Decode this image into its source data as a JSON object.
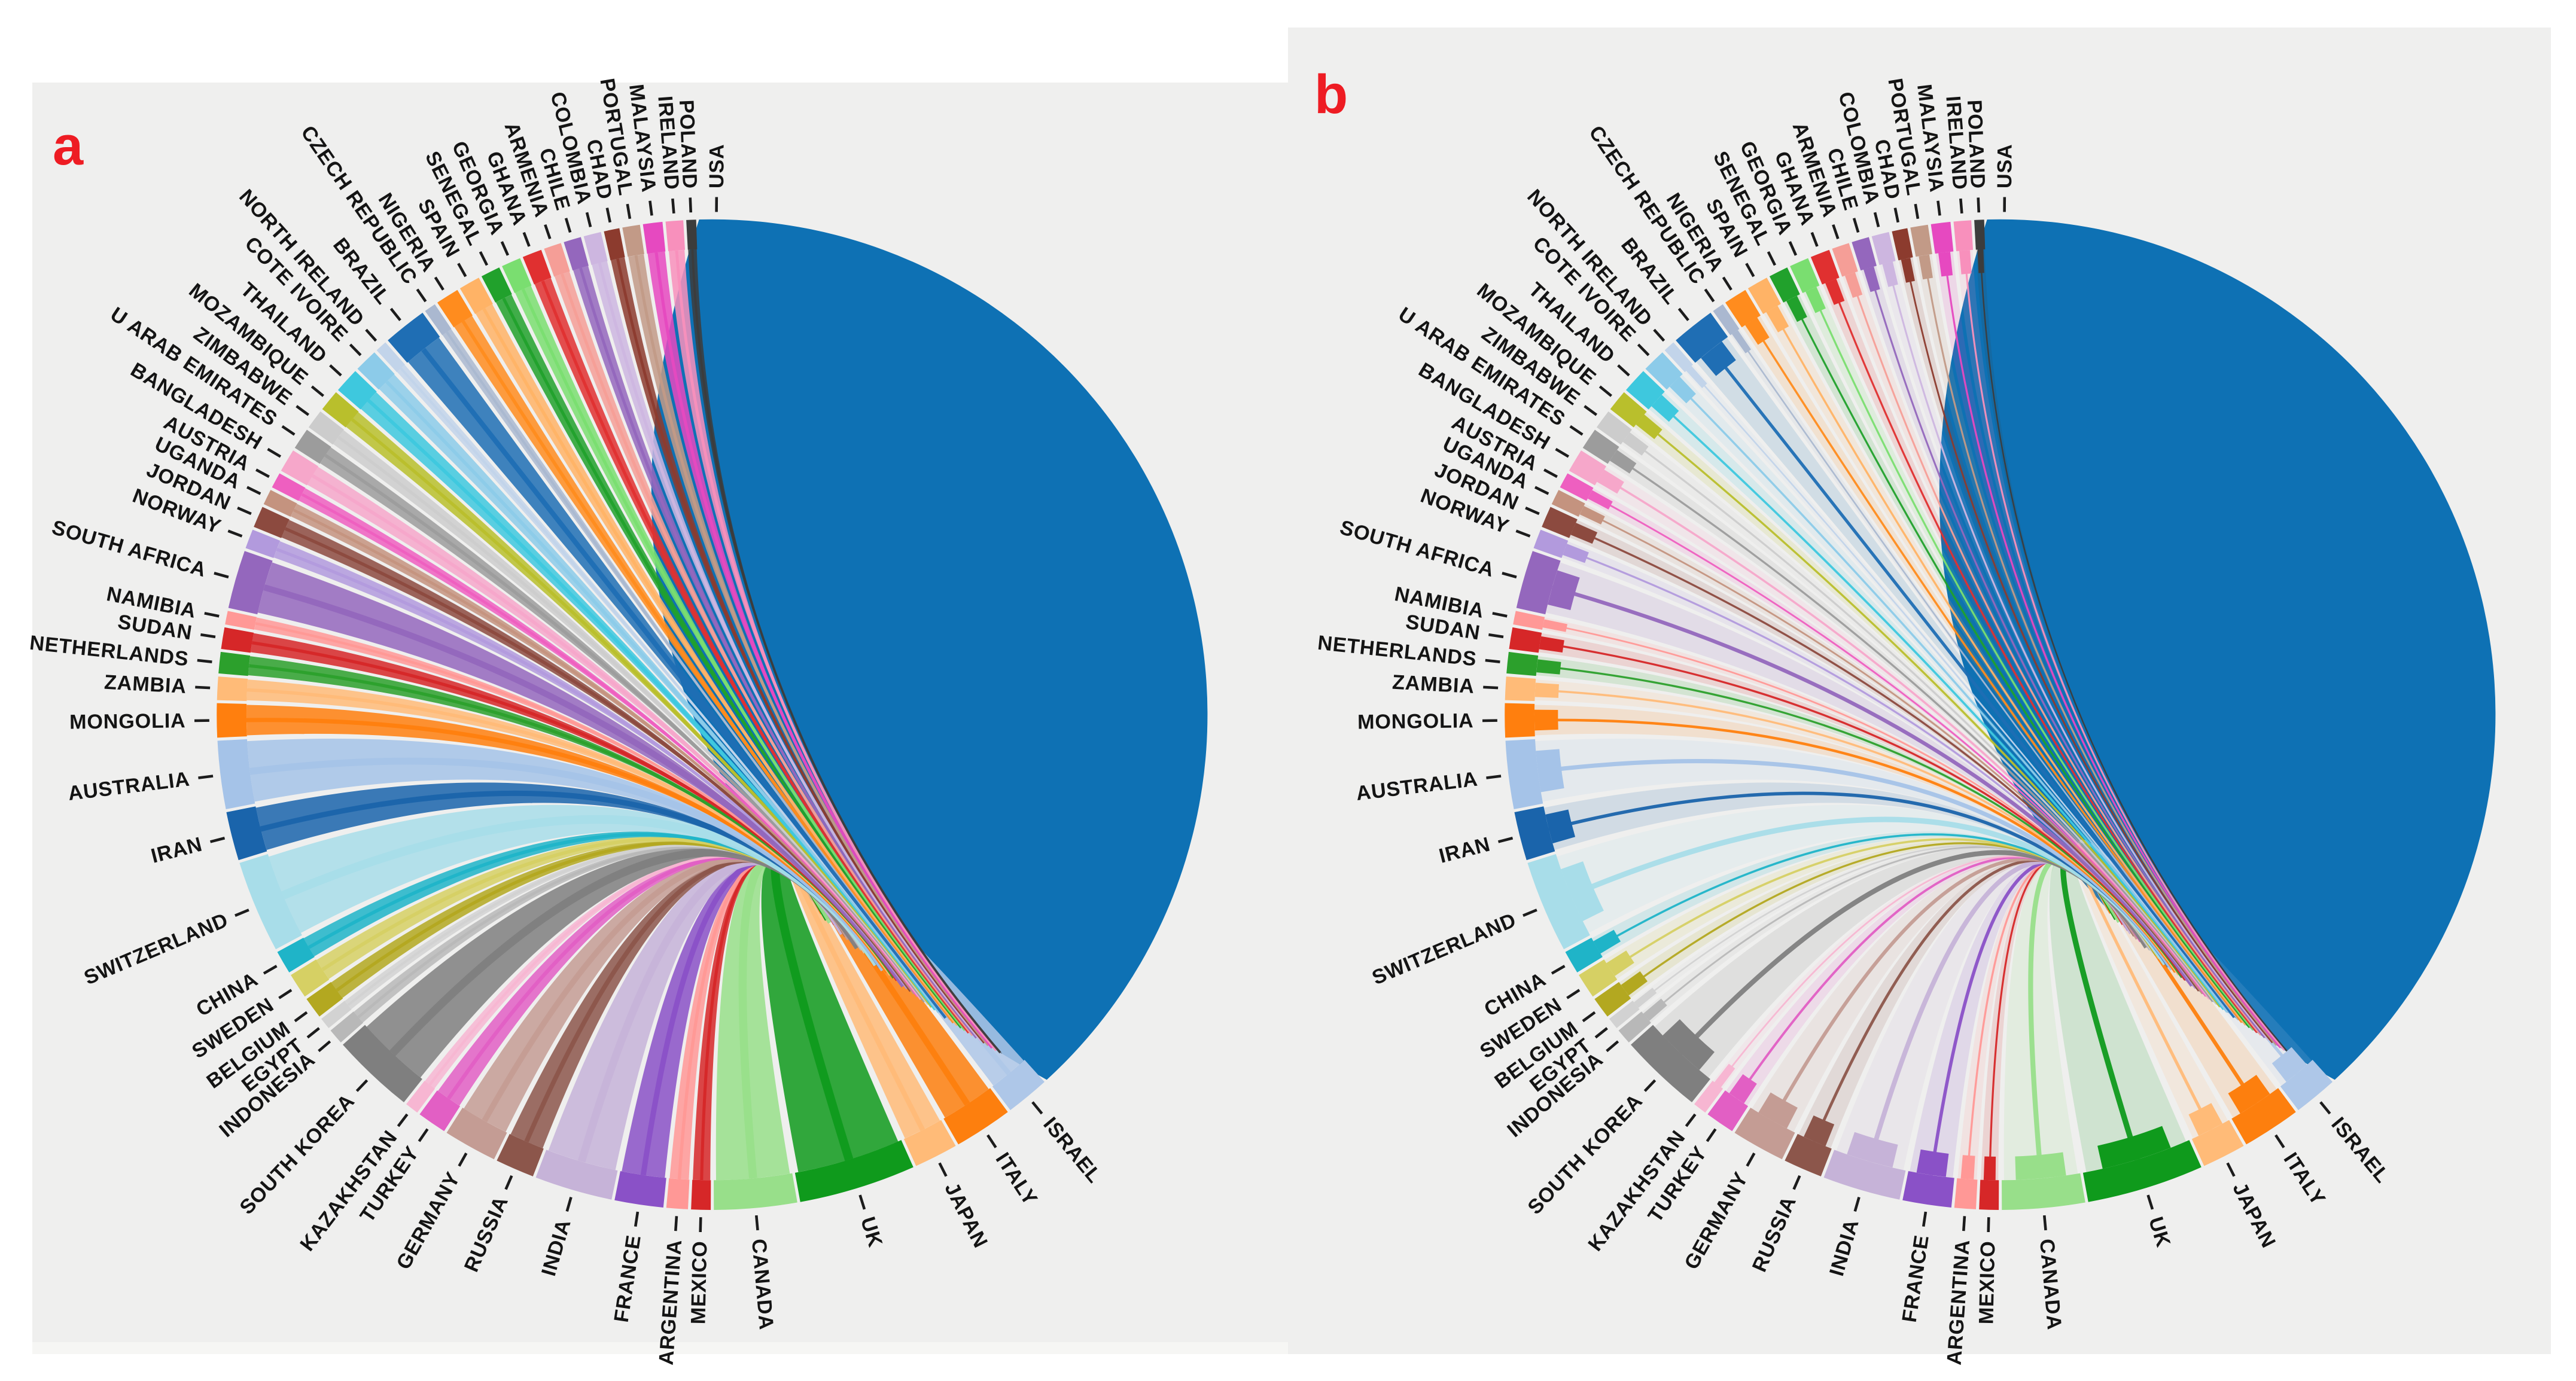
{
  "figure": {
    "panel_a_label": "a",
    "panel_b_label": "b",
    "panel_label_color": "#ee1c23",
    "background": "#efefee",
    "page_background": "#ffffff"
  },
  "chart_data": {
    "type": "chord",
    "title": "",
    "description": "Two circular chord diagrams (panels a and b) of USA-centered international collaboration; a dominant blue USA arc on the right side links to 54 partner countries arranged around the circle.",
    "legend_position": "none",
    "grid": false,
    "hub": {
      "name": "USA",
      "color": "#0e71b4",
      "span_deg": 139
    },
    "panels": [
      {
        "id": "a",
        "ribbon_style": "solid",
        "ribbon_fill_opacity": 0.85,
        "line_opacity": 0.95
      },
      {
        "id": "b",
        "ribbon_style": "translucent",
        "ribbon_fill_opacity": 0.14,
        "line_opacity": 0.95
      }
    ],
    "countries": [
      {
        "name": "ISRAEL",
        "color": "#aec7e8",
        "weight": 4.5
      },
      {
        "name": "ITALY",
        "color": "#fd7f0e",
        "weight": 6
      },
      {
        "name": "JAPAN",
        "color": "#ffbb78",
        "weight": 4.5
      },
      {
        "name": "UK",
        "color": "#0f9a1c",
        "weight": 12
      },
      {
        "name": "CANADA",
        "color": "#98df8a",
        "weight": 8.5
      },
      {
        "name": "MEXICO",
        "color": "#d62728",
        "weight": 2
      },
      {
        "name": "ARGENTINA",
        "color": "#ff9896",
        "weight": 2.2
      },
      {
        "name": "FRANCE",
        "color": "#8a51c7",
        "weight": 5
      },
      {
        "name": "INDIA",
        "color": "#c6b3d8",
        "weight": 8
      },
      {
        "name": "RUSSIA",
        "color": "#8c564b",
        "weight": 4
      },
      {
        "name": "GERMANY",
        "color": "#c49c94",
        "weight": 5.5
      },
      {
        "name": "TURKEY",
        "color": "#e25fc4",
        "weight": 3
      },
      {
        "name": "KAZAKHSTAN",
        "color": "#f7b6d2",
        "weight": 1.4
      },
      {
        "name": "SOUTH KOREA",
        "color": "#7f7f7f",
        "weight": 8.5
      },
      {
        "name": "INDONESIA",
        "color": "#b8b8b8",
        "weight": 1.6
      },
      {
        "name": "EGYPT",
        "color": "#d2d2d2",
        "weight": 1.2
      },
      {
        "name": "BELGIUM",
        "color": "#b3a820",
        "weight": 2.2
      },
      {
        "name": "SWEDEN",
        "color": "#d6d064",
        "weight": 2.6
      },
      {
        "name": "CHINA",
        "color": "#1fb4c8",
        "weight": 2.4
      },
      {
        "name": "SWITZERLAND",
        "color": "#a8dde9",
        "weight": 9.5
      },
      {
        "name": "IRAN",
        "color": "#1a64ab",
        "weight": 5
      },
      {
        "name": "AUSTRALIA",
        "color": "#a5c3e8",
        "weight": 7
      },
      {
        "name": "MONGOLIA",
        "color": "#ff7f0e",
        "weight": 3.5
      },
      {
        "name": "ZAMBIA",
        "color": "#ffbb78",
        "weight": 2.4
      },
      {
        "name": "NETHERLANDS",
        "color": "#2ca02c",
        "weight": 2.2
      },
      {
        "name": "SUDAN",
        "color": "#d62728",
        "weight": 2.2
      },
      {
        "name": "NAMIBIA",
        "color": "#ff9896",
        "weight": 1.4
      },
      {
        "name": "SOUTH AFRICA",
        "color": "#9467bd",
        "weight": 6
      },
      {
        "name": "NORWAY",
        "color": "#b29add",
        "weight": 2
      },
      {
        "name": "JORDAN",
        "color": "#8c4a3f",
        "weight": 2.2
      },
      {
        "name": "UGANDA",
        "color": "#c4937f",
        "weight": 1.6
      },
      {
        "name": "AUSTRIA",
        "color": "#ee5fc0",
        "weight": 1.6
      },
      {
        "name": "BANGLADESH",
        "color": "#f6a7ca",
        "weight": 2.4
      },
      {
        "name": "U ARAB EMIRATES",
        "color": "#9c9c9c",
        "weight": 2.2
      },
      {
        "name": "ZIMBABWE",
        "color": "#cccccc",
        "weight": 2
      },
      {
        "name": "MOZAMBIQUE",
        "color": "#b9bf2c",
        "weight": 2.2
      },
      {
        "name": "THAILAND",
        "color": "#3ec8de",
        "weight": 2.6
      },
      {
        "name": "COTE IVOIRE",
        "color": "#8ccbe9",
        "weight": 2.4
      },
      {
        "name": "NORTH IRELAND",
        "color": "#c2d4ea",
        "weight": 1.2
      },
      {
        "name": "BRAZIL",
        "color": "#1f6eb4",
        "weight": 4.5
      },
      {
        "name": "CZECH REPUBLIC",
        "color": "#aab8d0",
        "weight": 1.2
      },
      {
        "name": "NIGERIA",
        "color": "#ff8c1e",
        "weight": 2.4
      },
      {
        "name": "SPAIN",
        "color": "#ffb366",
        "weight": 2.2
      },
      {
        "name": "SENEGAL",
        "color": "#21a12c",
        "weight": 2
      },
      {
        "name": "GEORGIA",
        "color": "#7ade70",
        "weight": 2
      },
      {
        "name": "GHANA",
        "color": "#e03030",
        "weight": 2
      },
      {
        "name": "ARMENIA",
        "color": "#f59e97",
        "weight": 1.8
      },
      {
        "name": "CHILE",
        "color": "#9467bd",
        "weight": 1.8
      },
      {
        "name": "COLOMBIA",
        "color": "#cdb6e0",
        "weight": 1.8
      },
      {
        "name": "CHAD",
        "color": "#8c3b2e",
        "weight": 1.6
      },
      {
        "name": "PORTUGAL",
        "color": "#c29a87",
        "weight": 1.8
      },
      {
        "name": "MALAYSIA",
        "color": "#e649c0",
        "weight": 2
      },
      {
        "name": "IRELAND",
        "color": "#f890bc",
        "weight": 1.8
      },
      {
        "name": "POLAND",
        "color": "#3c3c3c",
        "weight": 1
      }
    ]
  }
}
